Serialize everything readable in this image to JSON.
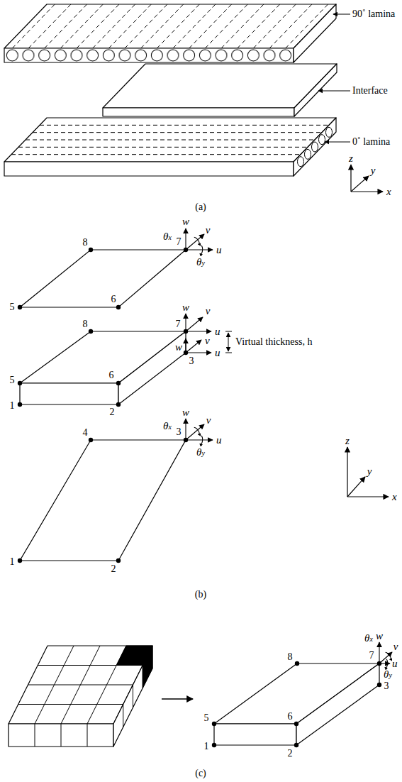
{
  "diagram": {
    "labels": [
      "90˚ lamina",
      "Interface",
      "0˚ lamina",
      "z",
      "y",
      "x",
      "(a)",
      "8",
      "w",
      "θx",
      "v",
      "7",
      "u",
      "θy",
      "5",
      "6",
      "8",
      "w",
      "v",
      "7",
      "u",
      "Virtual thickness, h",
      "w",
      "v",
      "3",
      "u",
      "5",
      "6",
      "1",
      "2",
      "w",
      "θx",
      "4",
      "v",
      "3",
      "u",
      "θy",
      "z",
      "y",
      "x",
      "1",
      "2",
      "(b)",
      "w",
      "θx",
      "8",
      "v",
      "7",
      "u",
      "θy",
      "5",
      "6",
      "3",
      "1",
      "2",
      "(c)"
    ]
  }
}
